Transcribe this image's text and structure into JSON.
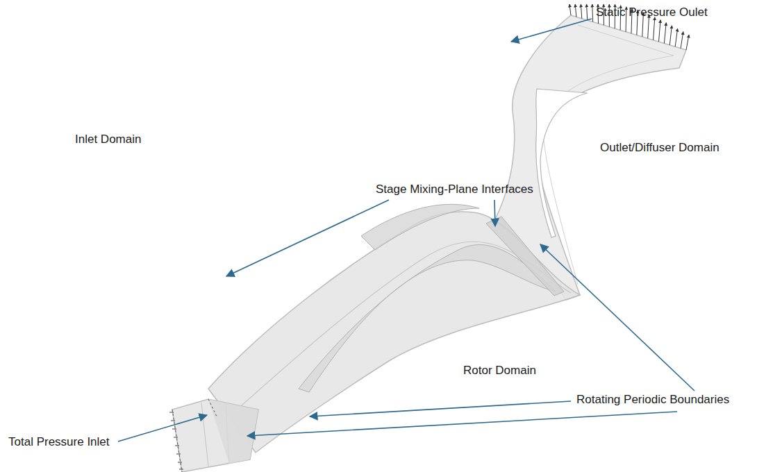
{
  "diagram": {
    "labels": [
      "Static Pressure Oulet",
      "Outlet/Diffuser Domain",
      "Stage Mixing-Plane Interfaces",
      "Inlet Domain",
      "Rotor Domain",
      "Rotating Periodic Boundaries",
      "Total Pressure Inlet"
    ]
  }
}
